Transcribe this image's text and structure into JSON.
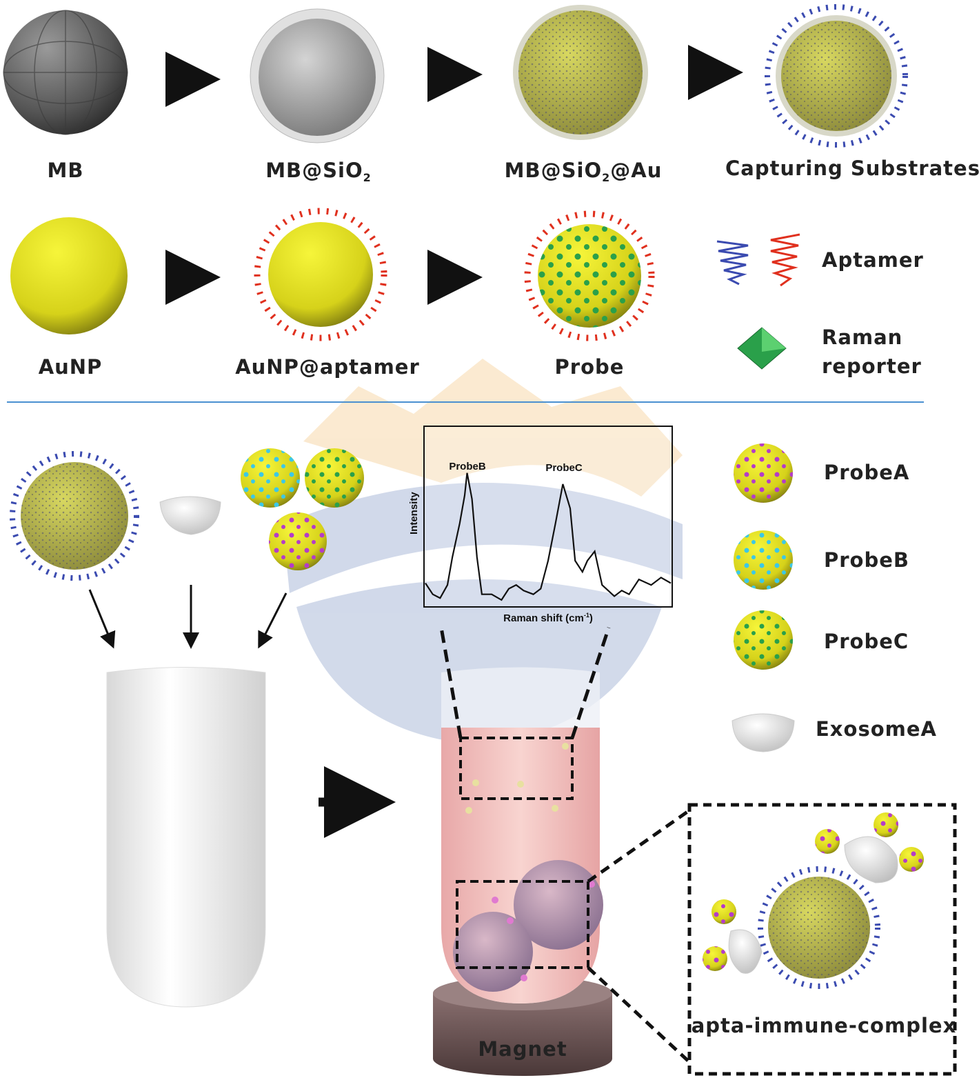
{
  "row1": {
    "mb": "MB",
    "mb_sio2": "MB@SiO",
    "mb_sio2_sub": "2",
    "mb_sio2_au_a": "MB@SiO",
    "mb_sio2_au_sub": "2",
    "mb_sio2_au_b": "@Au",
    "capturing": "Capturing Substrates"
  },
  "row2": {
    "aunp": "AuNP",
    "aunp_aptamer": "AuNP@aptamer",
    "probe": "Probe",
    "aptamer": "Aptamer",
    "raman1": "Raman",
    "raman2": "reporter"
  },
  "legend": {
    "probeA": "ProbeA",
    "probeB": "ProbeB",
    "probeC": "ProbeC",
    "exosomeA": "ExosomeA"
  },
  "magnet": "Magnet",
  "complex": "apta-immune-complex",
  "colors": {
    "gold": "#e6e62a",
    "aptamer_red": "#e0301e",
    "aptamer_blue": "#3b4bb0",
    "probeA_dots": "#b43cc8",
    "probeB_dots": "#3cc8e6",
    "probeC_dots": "#2aa04a",
    "divider": "#4a90d0"
  },
  "chart_data": {
    "type": "line",
    "title": "",
    "xlabel": "Raman shift (cm-1)",
    "xlabel_main": "Raman shift (cm",
    "xlabel_sup": "-1",
    "xlabel_close": ")",
    "ylabel": "Intensity",
    "annotations": [
      "ProbeB",
      "ProbeC"
    ],
    "x_units": "arbitrary",
    "points": [
      [
        0,
        0.12
      ],
      [
        3,
        0.06
      ],
      [
        6,
        0.04
      ],
      [
        9,
        0.11
      ],
      [
        11,
        0.26
      ],
      [
        14,
        0.44
      ],
      [
        16,
        0.59
      ],
      [
        17,
        0.71
      ],
      [
        19,
        0.57
      ],
      [
        21,
        0.26
      ],
      [
        23,
        0.06
      ],
      [
        27,
        0.06
      ],
      [
        31,
        0.03
      ],
      [
        34,
        0.09
      ],
      [
        37,
        0.11
      ],
      [
        40,
        0.08
      ],
      [
        44,
        0.06
      ],
      [
        47,
        0.09
      ],
      [
        50,
        0.24
      ],
      [
        53,
        0.44
      ],
      [
        56,
        0.65
      ],
      [
        59,
        0.52
      ],
      [
        61,
        0.24
      ],
      [
        64,
        0.18
      ],
      [
        66,
        0.24
      ],
      [
        69,
        0.29
      ],
      [
        72,
        0.11
      ],
      [
        77,
        0.05
      ],
      [
        80,
        0.08
      ],
      [
        83,
        0.06
      ],
      [
        87,
        0.14
      ],
      [
        92,
        0.11
      ],
      [
        96,
        0.15
      ],
      [
        100,
        0.12
      ]
    ]
  }
}
